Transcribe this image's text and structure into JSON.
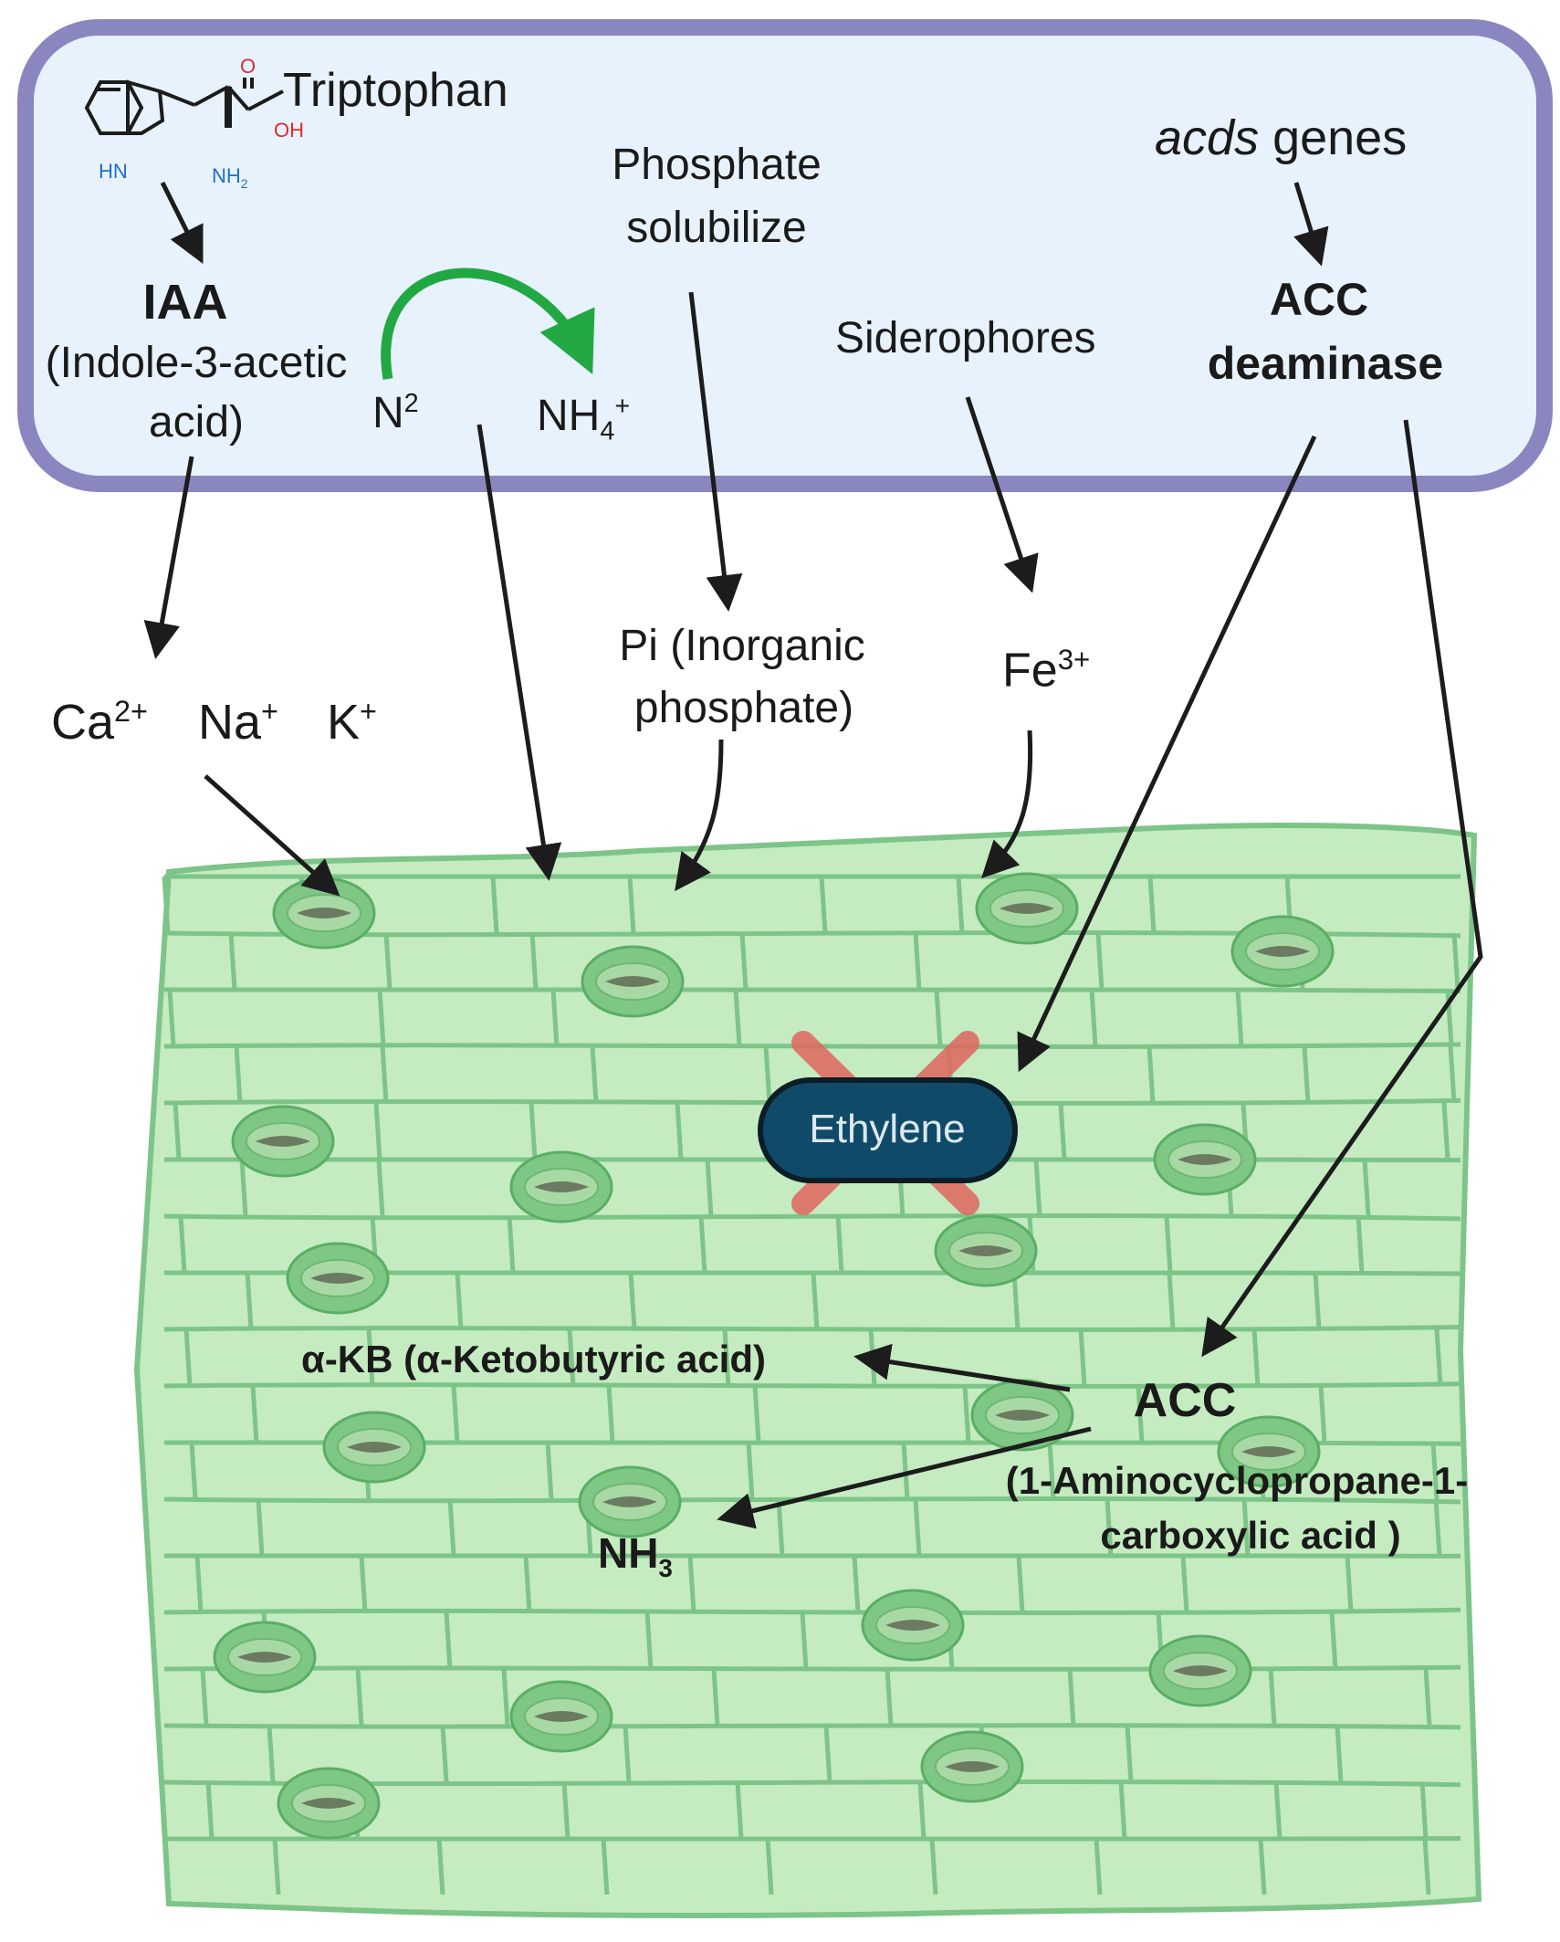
{
  "labels": {
    "tryptophan": "Triptophan",
    "iaa": "IAA",
    "iaa_full_1": "(Indole-3-acetic",
    "iaa_full_2": "acid)",
    "n2": "N",
    "n2_sup": "2",
    "nh4": "NH",
    "nh4_sub": "4",
    "nh4_sup": "+",
    "phosphate_1": "Phosphate",
    "phosphate_2": "solubilize",
    "siderophores": "Siderophores",
    "acds_italic": "acds",
    "acds_rest": " genes",
    "acc_deaminase_1": "ACC",
    "acc_deaminase_2": "deaminase",
    "ca": "Ca",
    "ca_sup": "2+",
    "na": "Na",
    "na_sup": "+",
    "k": "K",
    "k_sup": "+",
    "pi_1": "Pi (Inorganic",
    "pi_2": "phosphate)",
    "fe": "Fe",
    "fe_sup": "3+",
    "ethylene": "Ethylene",
    "akb": "α-KB (α-Ketobutyric acid)",
    "acc": "ACC",
    "acc_full_1": "(1-Aminocyclopropane-1-",
    "acc_full_2": "carboxylic acid )",
    "nh3": "NH",
    "nh3_sub": "3",
    "molecule_o": "O",
    "molecule_oh": "OH",
    "molecule_hn": "HN",
    "molecule_nh2": "NH",
    "molecule_nh2_sub": "2"
  },
  "colors": {
    "panel_fill": "#e8f2fd",
    "panel_border": "#8a86c0",
    "leaf_cell": "#c5ebc0",
    "leaf_outline": "#7dc488",
    "stomata": "#7fc784",
    "arrow": "#1c1c1c",
    "green_arrow": "#22a843",
    "ethylene_fill": "#0f4b68",
    "cross": "#e0675e"
  }
}
